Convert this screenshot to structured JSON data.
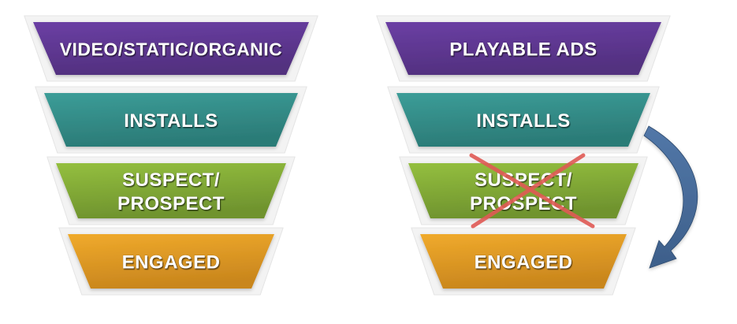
{
  "diagram": {
    "funnels": [
      {
        "id": "left",
        "stages": [
          {
            "lines": [
              "VIDEO/STATIC/ORGANIC"
            ],
            "color_top": "#6b3fa4",
            "color_bottom": "#52307f",
            "crossed": false
          },
          {
            "lines": [
              "INSTALLS"
            ],
            "color_top": "#3c9d98",
            "color_bottom": "#2b7b77",
            "crossed": false
          },
          {
            "lines": [
              "SUSPECT/",
              "PROSPECT"
            ],
            "color_top": "#94bf3f",
            "color_bottom": "#6f932e",
            "crossed": false
          },
          {
            "lines": [
              "ENGAGED"
            ],
            "color_top": "#f0aa2c",
            "color_bottom": "#c9861d",
            "crossed": false
          }
        ]
      },
      {
        "id": "right",
        "stages": [
          {
            "lines": [
              "PLAYABLE ADS"
            ],
            "color_top": "#6b3fa4",
            "color_bottom": "#52307f",
            "crossed": false
          },
          {
            "lines": [
              "INSTALLS"
            ],
            "color_top": "#3c9d98",
            "color_bottom": "#2b7b77",
            "crossed": false
          },
          {
            "lines": [
              "SUSPECT/",
              "PROSPECT"
            ],
            "color_top": "#94bf3f",
            "color_bottom": "#6f932e",
            "crossed": true
          },
          {
            "lines": [
              "ENGAGED"
            ],
            "color_top": "#f0aa2c",
            "color_bottom": "#c9861d",
            "crossed": false
          }
        ]
      }
    ],
    "cross_color": "#e05a55",
    "arrow_color": "#3d5f8a",
    "arrow_icon": "curved-skip-arrow-icon"
  }
}
